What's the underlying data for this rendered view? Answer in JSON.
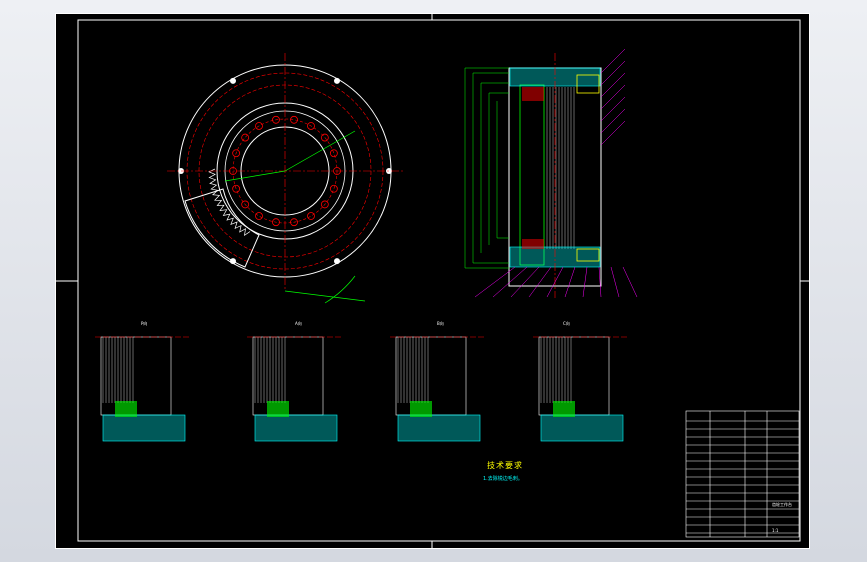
{
  "sheet": {
    "background": "#000000",
    "frame_color": "#ffffff",
    "outline_color": "#00ff00",
    "hatch_color": "#00ffff",
    "centerline_color": "#ff0000",
    "leader_color": "#ff00ff",
    "accent_color": "#ffff00"
  },
  "views": {
    "section_1": "P向",
    "section_2": "A向",
    "section_3": "B向",
    "section_4": "C向"
  },
  "tech_requirements": {
    "title": "技术要求",
    "note": "1.去除锐边毛刺。"
  },
  "title_block": {
    "drawing_name": "齿轮工作台",
    "scale": "1:1"
  },
  "icons": [
    "gear-icon"
  ]
}
